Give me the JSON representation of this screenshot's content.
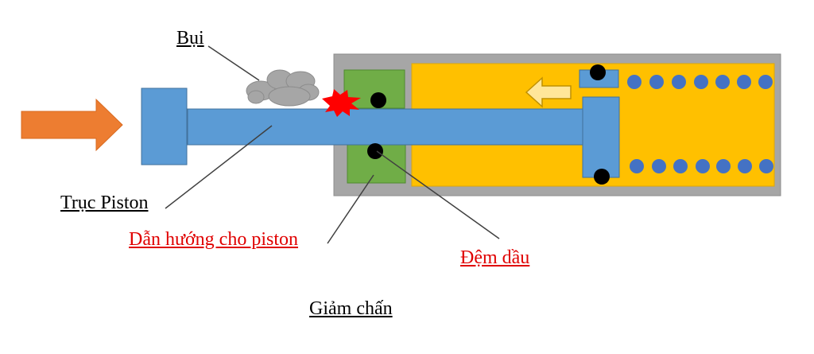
{
  "labels": {
    "dust": "Bụi",
    "piston_rod": "Trục Piston",
    "piston_guide": "Dẫn hướng cho piston",
    "oil_seal": "Đệm dầu",
    "caption": "Giảm chấn"
  },
  "colors": {
    "arrow": "#ED7D31",
    "rod": "#5B9BD5",
    "housing": "#A6A6A6",
    "oil": "#FFC000",
    "guide": "#70AD47",
    "ball": "#4472C4",
    "dust": "#A6A6A6",
    "spark": "#FF0000",
    "highlight_label": "#E00000",
    "text": "#000000"
  },
  "icons": {
    "push_arrow": "right-arrow-icon",
    "flow_arrow": "left-arrow-icon",
    "dust": "cloud-icon",
    "impact": "spark-icon"
  }
}
